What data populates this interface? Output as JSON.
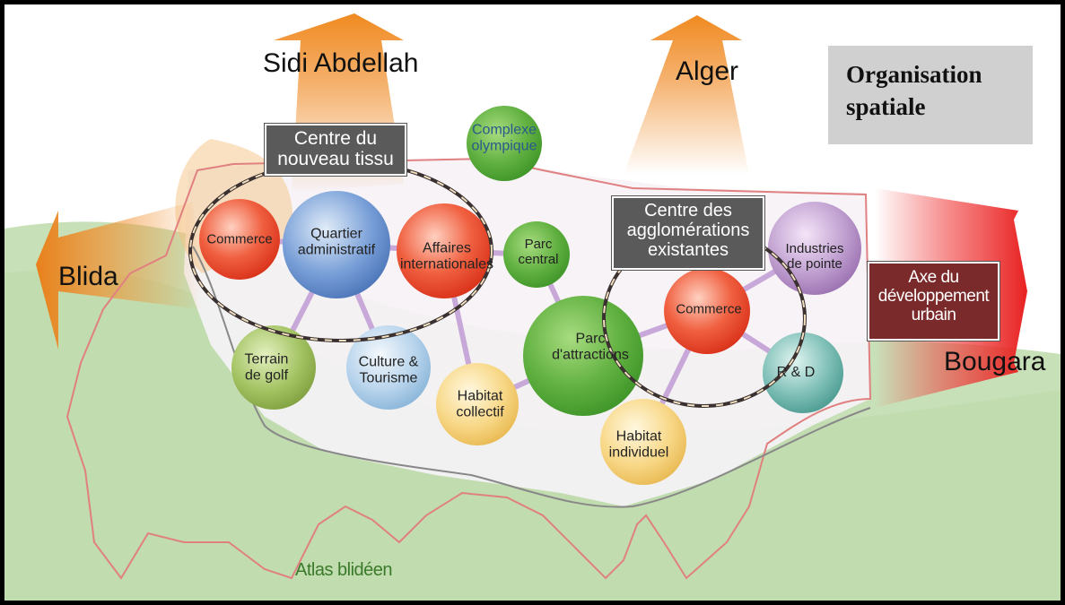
{
  "title": {
    "line1": "Organisation",
    "line2": "spatiale"
  },
  "directions": {
    "sidi_abdellah": "Sidi Abdellah",
    "alger": "Alger",
    "blida": "Blida",
    "bougara": "Bougara"
  },
  "boxes": {
    "centre_nouveau_tissu": {
      "line1": "Centre du",
      "line2": "nouveau tissu"
    },
    "centre_agglomerations": {
      "line1": "Centre des",
      "line2": "agglomérations",
      "line3": "existantes"
    },
    "axe_developpement": {
      "line1": "Axe du",
      "line2": "développement",
      "line3": "urbain"
    }
  },
  "nodes": {
    "commerce_left": {
      "line1": "Commerce"
    },
    "quartier": {
      "line1": "Quartier",
      "line2": "administratif"
    },
    "affaires": {
      "line1": "Affaires",
      "line2": "internationales"
    },
    "parc_central": {
      "line1": "Parc",
      "line2": "central"
    },
    "complexe": {
      "line1": "Complexe",
      "line2": "olympique"
    },
    "parc_attractions": {
      "line1": "Parc",
      "line2": "d'attractions"
    },
    "commerce_right": {
      "line1": "Commerce"
    },
    "industries": {
      "line1": "Industries",
      "line2": "de pointe"
    },
    "rd": {
      "line1": "R & D"
    },
    "terrain_golf": {
      "line1": "Terrain",
      "line2": "de golf"
    },
    "culture": {
      "line1": "Culture &",
      "line2": "Tourisme"
    },
    "habitat_collectif": {
      "line1": "Habitat",
      "line2": "collectif"
    },
    "habitat_individuel": {
      "line1": "Habitat",
      "line2": "individuel"
    }
  },
  "atlas": "Atlas blidéen",
  "colors": {
    "orange_arrow": "#f0902a",
    "red_arrow": "#e83030",
    "red_node": "#e8452c",
    "blue_node": "#5a86c8",
    "green_node": "#5fae3c",
    "olive_node": "#8fb050",
    "purple_node": "#a876b8",
    "teal_node": "#5aaaa0",
    "yellow_node": "#f0c860",
    "light_blue_node": "#9cc4e0",
    "box_dark": "#5a5a5a",
    "box_red": "#7a2a2a",
    "title_bg": "#d0d0d0",
    "atlas_green": "#3a7a2a"
  }
}
